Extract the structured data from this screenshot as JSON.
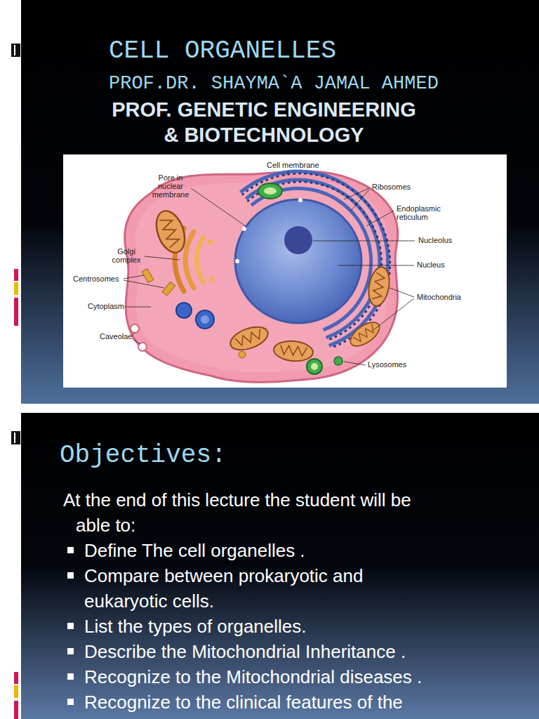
{
  "diagram": {
    "title": "CELL ORGANELLES",
    "labels": [
      "PROF.DR. SHAYMA`A JAMAL AHMED",
      "PROF. GENETIC ENGINEERING & BIOTECHNOLOGY",
      "Cell membrane",
      "Pore in nuclear membrane",
      "Ribosomes",
      "Endoplasmic reticulum",
      "Nucleolus",
      "Golgi complex",
      "Nucleus",
      "Centrosomes",
      "Mitochondria",
      "Cytoplasm",
      "Caveolae",
      "Lysosomes",
      "Objectives:",
      "At the end of this lecture the student will be able to:",
      "Define The cell organelles .",
      "Compare between prokaryotic and eukaryotic cells.",
      "List the types of organelles.",
      "Describe the Mitochondrial Inheritance .",
      "Recognize to the Mitochondrial diseases  .",
      "Recognize to the clinical features of the"
    ]
  }
}
